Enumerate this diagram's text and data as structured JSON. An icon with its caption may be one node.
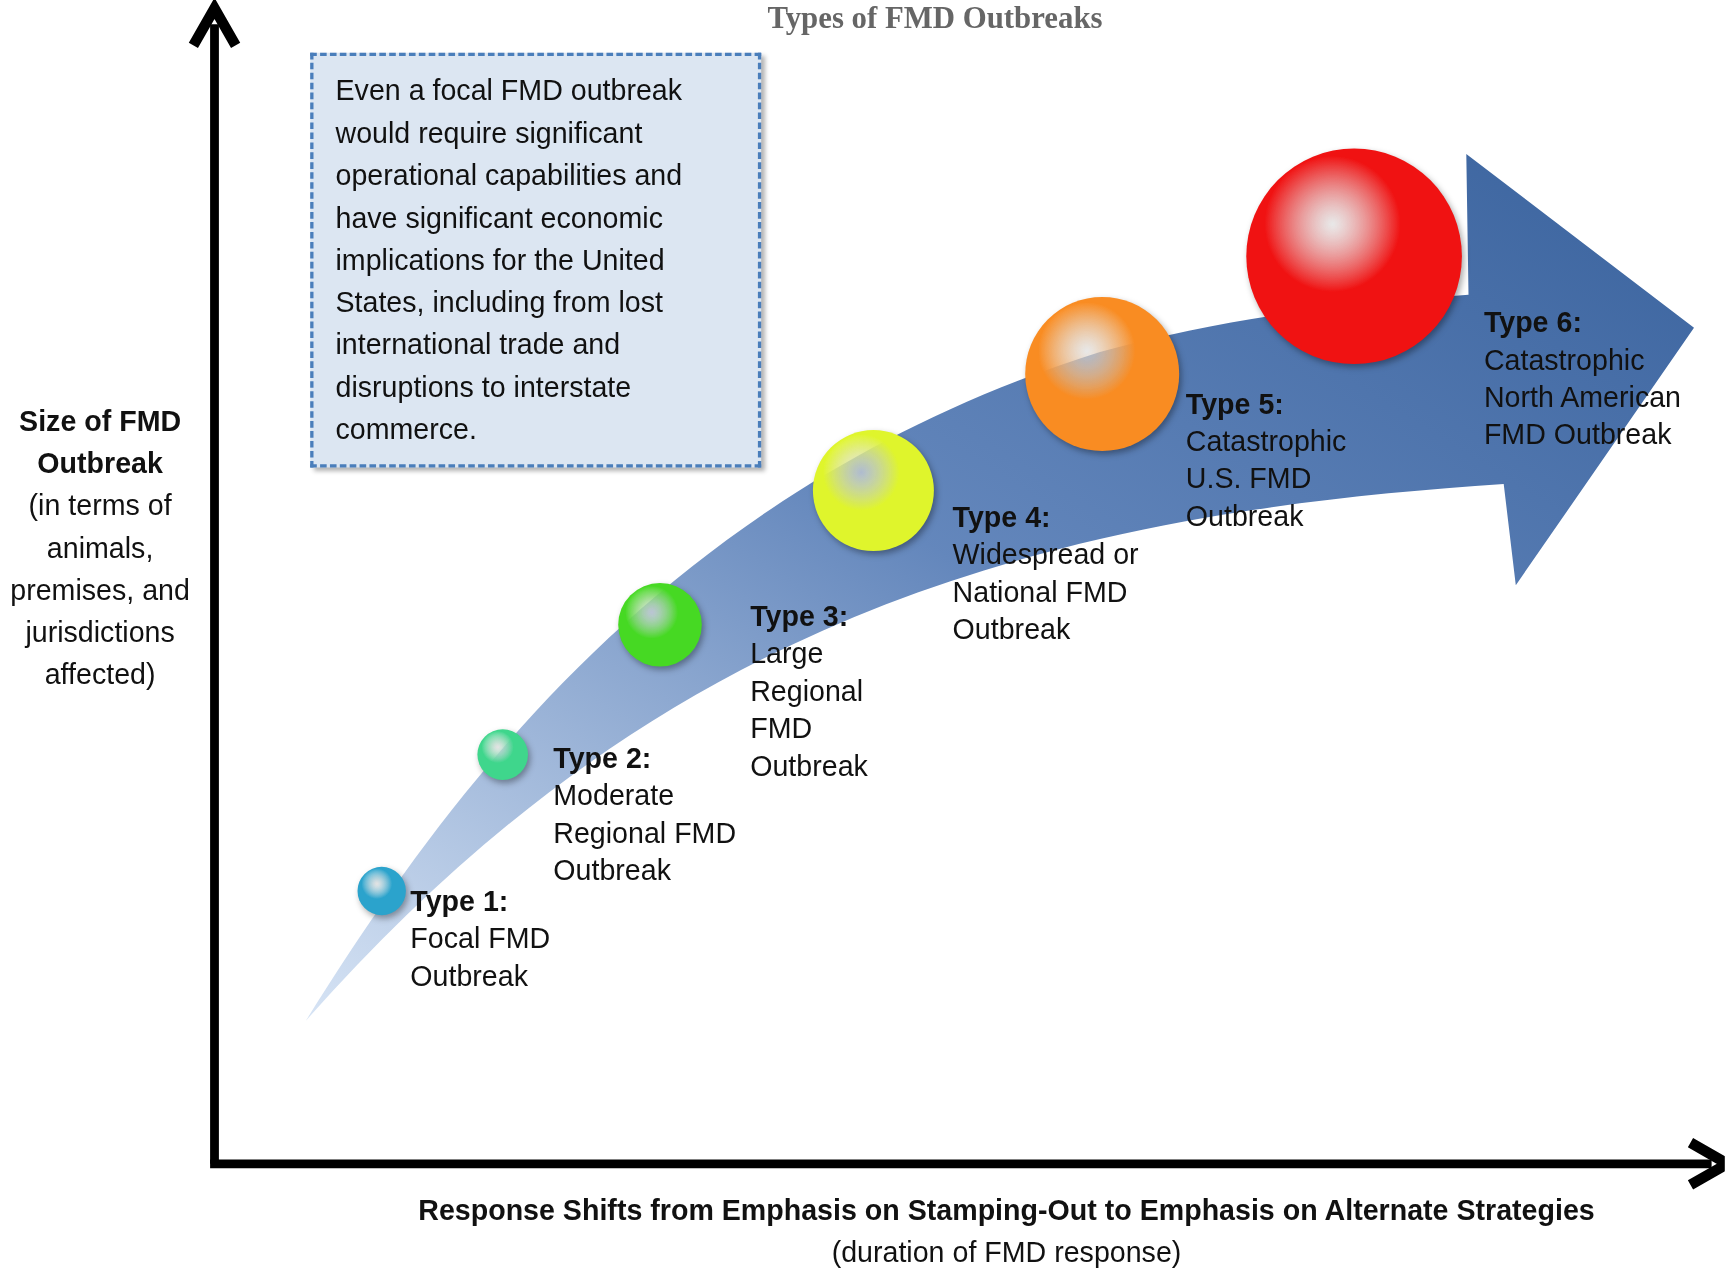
{
  "diagram": {
    "title": "Types of FMD Outbreaks",
    "nodes": [
      {
        "text": [
          "Even a focal FMD outbreak would require significant operational capabilities and have significant economic implications for the United States, including from lost international trade and disruptions to interstate commerce."
        ]
      },
      {
        "text": [],
        "shape": "circle",
        "beside": [
          "Type 1:",
          "Focal FMD Outbreak"
        ]
      },
      {
        "text": [],
        "shape": "circle",
        "beside": [
          "Type 2:",
          "Moderate Regional FMD Outbreak"
        ]
      },
      {
        "text": [],
        "shape": "circle",
        "beside": [
          "Type 3:",
          "Large Regional FMD Outbreak"
        ]
      },
      {
        "text": [],
        "shape": "circle",
        "beside": [
          "Type 4:",
          "Widespread or National FMD Outbreak"
        ]
      },
      {
        "text": [],
        "shape": "circle",
        "beside": [
          "Type 5:",
          "Catastrophic U.S. FMD Outbreak"
        ]
      },
      {
        "text": [],
        "shape": "circle",
        "beside": [
          "Type 6:",
          "Catastrophic North American FMD Outbreak"
        ]
      }
    ],
    "edges": [],
    "labels": [
      "Size of FMD Outbreak",
      "(in terms of animals, premises, and jurisdictions affected)",
      "Response Shifts from Emphasis on Stamping-Out to Emphasis on Alternate Strategies",
      "(duration of FMD response)"
    ]
  }
}
